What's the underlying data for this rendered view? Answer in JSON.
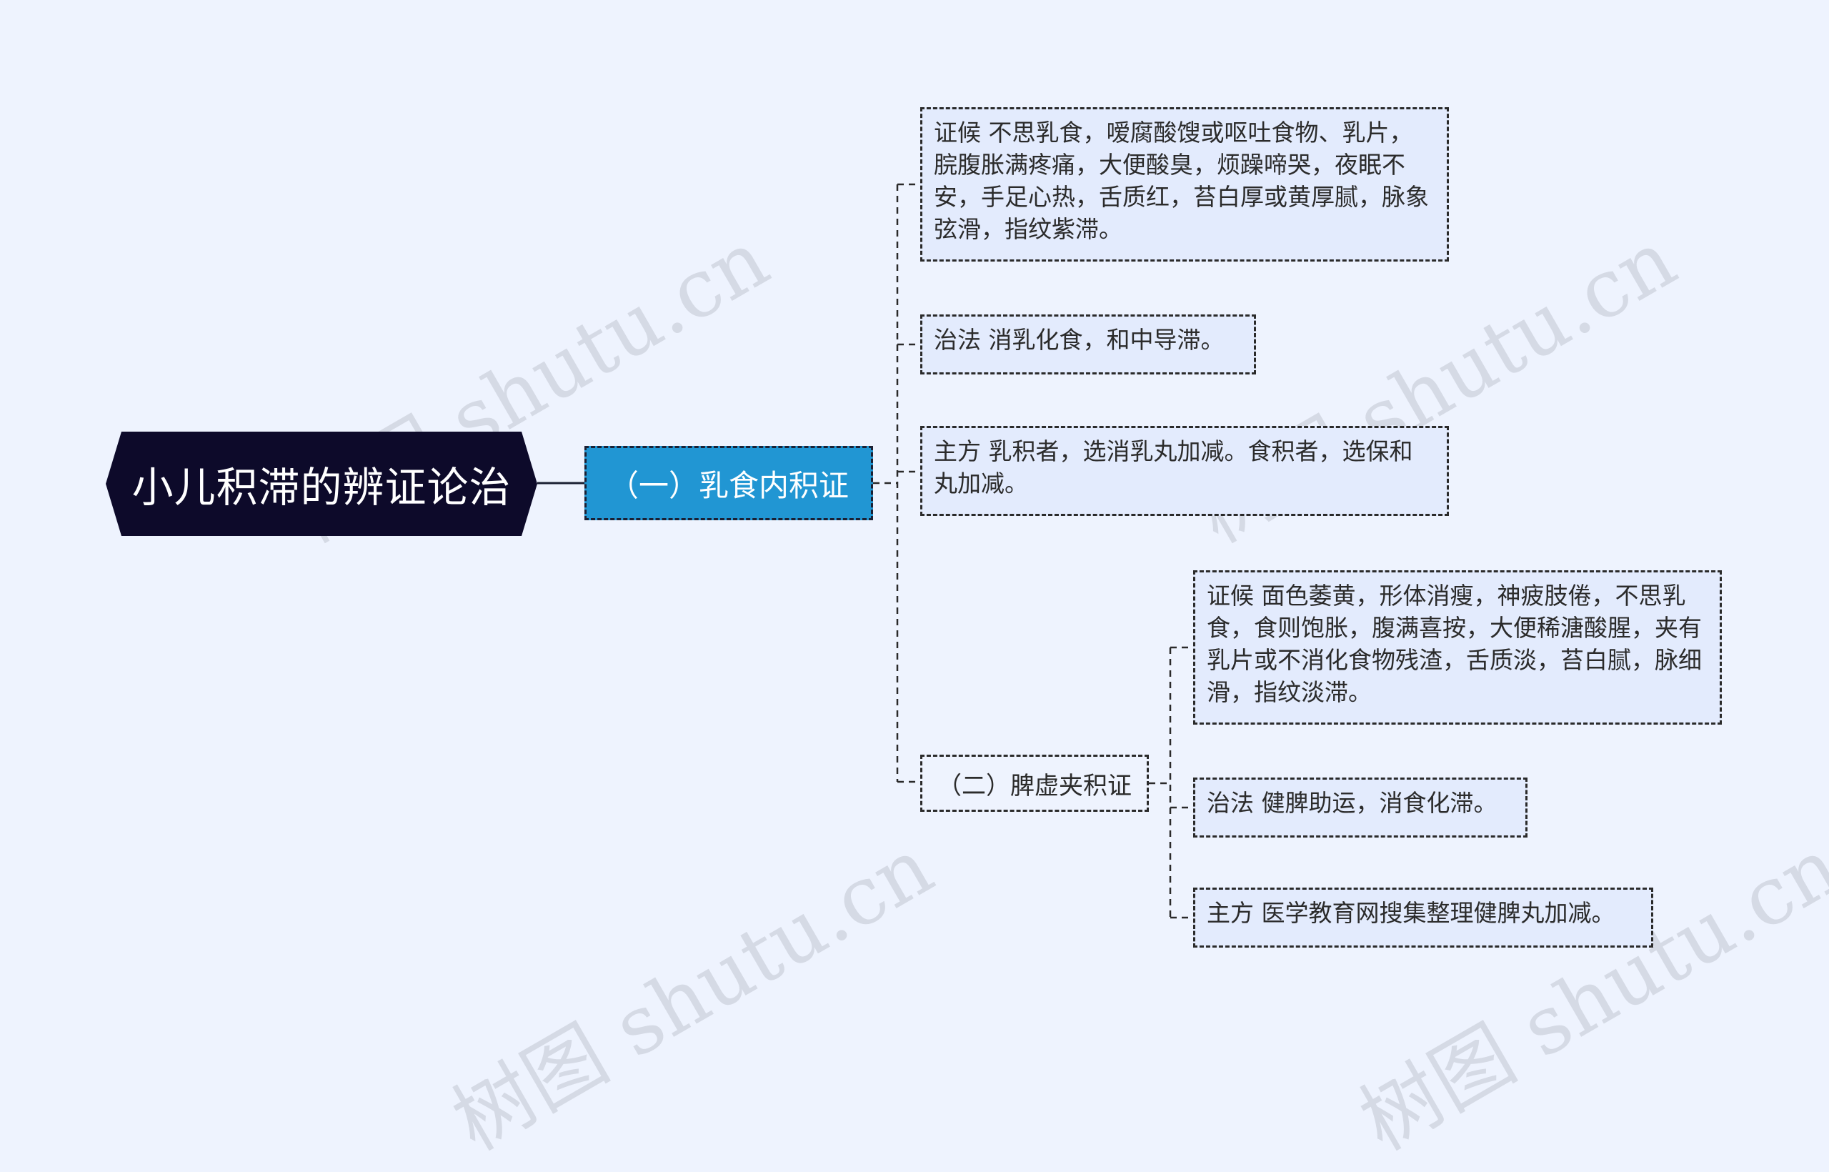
{
  "watermark": "树图 shutu.cn",
  "root": {
    "label": "小儿积滞的辨证论治"
  },
  "branches": [
    {
      "label": "（一）乳食内积证",
      "children": [
        "证候 不思乳食，嗳腐酸馊或呕吐食物、乳片，脘腹胀满疼痛，大便酸臭，烦躁啼哭，夜眠不安，手足心热，舌质红，苔白厚或黄厚腻，脉象弦滑，指纹紫滞。",
        "治法 消乳化食，和中导滞。",
        "主方 乳积者，选消乳丸加减。食积者，选保和丸加减。"
      ]
    },
    {
      "label": "（二）脾虚夹积证",
      "children": [
        "证候 面色萎黄，形体消瘦，神疲肢倦，不思乳食，食则饱胀，腹满喜按，大便稀溏酸腥，夹有乳片或不消化食物残渣，舌质淡，苔白腻，脉细滑，指纹淡滞。",
        "治法 健脾助运，消食化滞。",
        "主方 医学教育网搜集整理健脾丸加减。"
      ]
    }
  ]
}
